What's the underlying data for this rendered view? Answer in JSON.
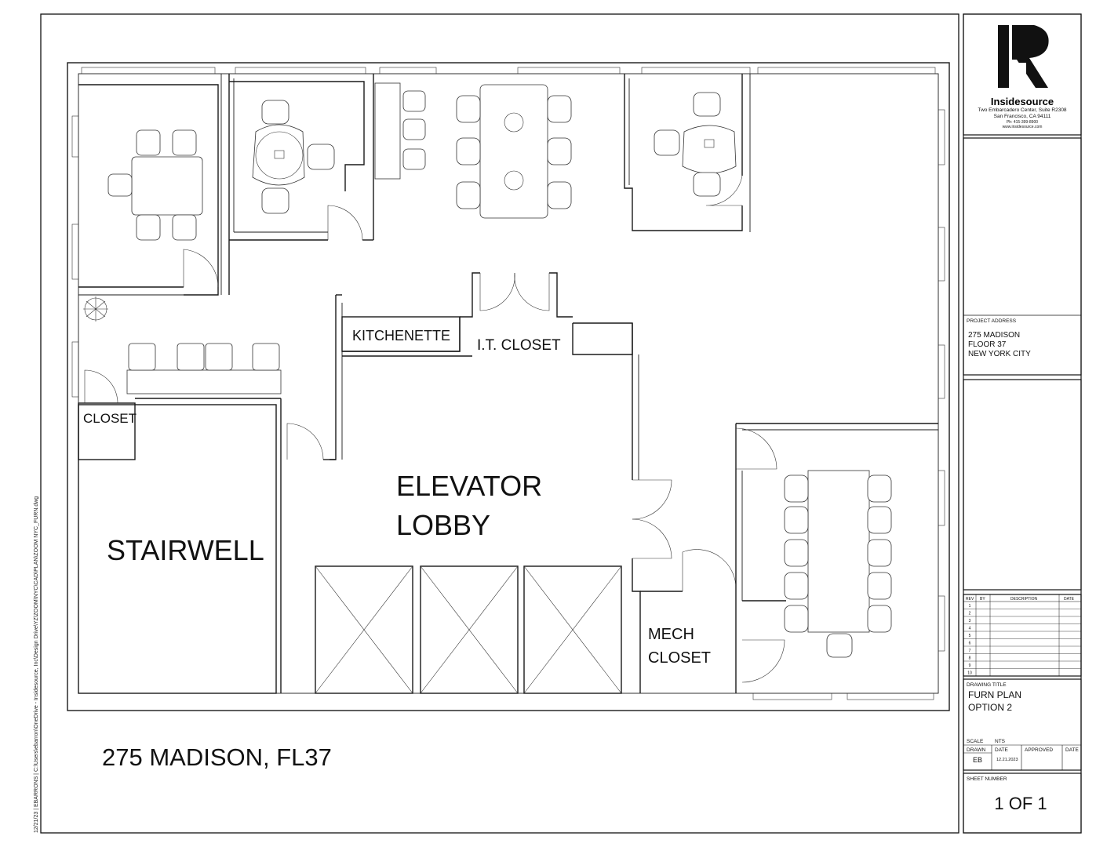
{
  "drawing": {
    "rooms": {
      "kitchenette": "KITCHENETTE",
      "it_closet": "I.T. CLOSET",
      "closet": "CLOSET",
      "elevator_lobby_line1": "ELEVATOR",
      "elevator_lobby_line2": "LOBBY",
      "stairwell": "STAIRWELL",
      "mech_line1": "MECH",
      "mech_line2": "CLOSET"
    },
    "caption": "275 MADISON, FL37",
    "side_note": "12/21/23 | EBARRONS | C:\\Users\\ebarron\\OneDrive - Insidesource, Inc\\Design Drive\\YZ\\ZOOM\\NYC\\CAD\\PLAN\\ZOOM NYC_FURN.dwg"
  },
  "title_block": {
    "company": "Insidesource",
    "address_line1": "Two Embarcadero Center, Suite R2308",
    "address_line2": "San Francisco, CA 94111",
    "phone": "Ph: 415-399-8900",
    "website": "www.insidesource.com",
    "project_address_label": "PROJECT ADDRESS",
    "project_address": [
      "275 MADISON",
      "FLOOR 37",
      "NEW YORK CITY"
    ],
    "rev_headers": [
      "REV",
      "BY",
      "DESCRIPTION",
      "DATE"
    ],
    "rev_rows": [
      "1",
      "2",
      "3",
      "4",
      "5",
      "6",
      "7",
      "8",
      "9",
      "10"
    ],
    "drawing_title_label": "DRAWING TITLE",
    "drawing_title": [
      "FURN PLAN",
      "OPTION 2"
    ],
    "scale_label": "SCALE",
    "scale_value": "NTS",
    "drawn_label": "DRAWN",
    "drawn_value": "EB",
    "date_label": "DATE",
    "date_value": "12.21.2023",
    "approved_label": "APPROVED",
    "approved_date_label": "DATE",
    "sheet_number_label": "SHEET NUMBER",
    "sheet_number": "1 OF 1"
  }
}
